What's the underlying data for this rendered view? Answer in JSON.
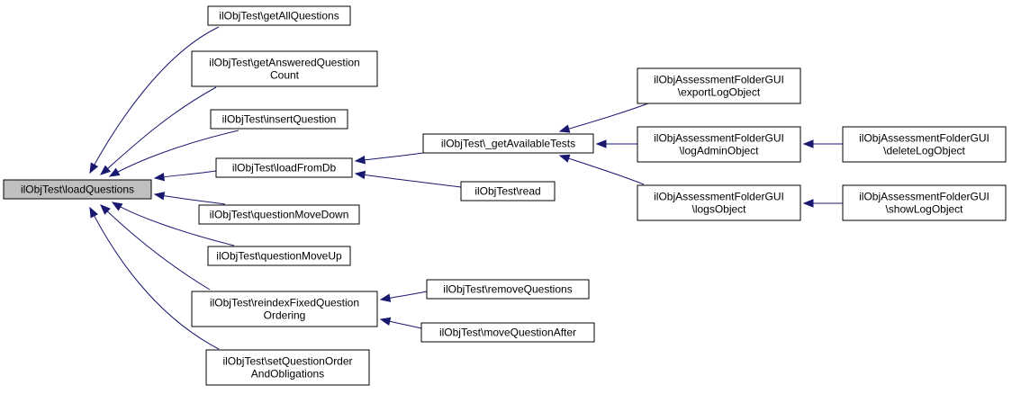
{
  "diagram": {
    "colors": {
      "edge": "#191970",
      "root_fill": "#bfbfbf",
      "node_fill": "#ffffff",
      "node_border": "#000000"
    },
    "nodes": [
      {
        "id": "n0",
        "lines": [
          "ilObjTest\\loadQuestions"
        ],
        "root": true
      },
      {
        "id": "n1",
        "lines": [
          "ilObjTest\\getAllQuestions"
        ]
      },
      {
        "id": "n2",
        "lines": [
          "ilObjTest\\getAnsweredQuestion",
          "Count"
        ]
      },
      {
        "id": "n3",
        "lines": [
          "ilObjTest\\insertQuestion"
        ]
      },
      {
        "id": "n4",
        "lines": [
          "ilObjTest\\loadFromDb"
        ]
      },
      {
        "id": "n5",
        "lines": [
          "ilObjTest\\questionMoveDown"
        ]
      },
      {
        "id": "n6",
        "lines": [
          "ilObjTest\\questionMoveUp"
        ]
      },
      {
        "id": "n7",
        "lines": [
          "ilObjTest\\reindexFixedQuestion",
          "Ordering"
        ]
      },
      {
        "id": "n8",
        "lines": [
          "ilObjTest\\setQuestionOrder",
          "AndObligations"
        ]
      },
      {
        "id": "n9",
        "lines": [
          "ilObjTest\\_getAvailableTests"
        ]
      },
      {
        "id": "n10",
        "lines": [
          "ilObjTest\\read"
        ]
      },
      {
        "id": "n11",
        "lines": [
          "ilObjTest\\removeQuestions"
        ]
      },
      {
        "id": "n12",
        "lines": [
          "ilObjTest\\moveQuestionAfter"
        ]
      },
      {
        "id": "n13",
        "lines": [
          "ilObjAssessmentFolderGUI",
          "\\exportLogObject"
        ]
      },
      {
        "id": "n14",
        "lines": [
          "ilObjAssessmentFolderGUI",
          "\\logAdminObject"
        ]
      },
      {
        "id": "n15",
        "lines": [
          "ilObjAssessmentFolderGUI",
          "\\logsObject"
        ]
      },
      {
        "id": "n16",
        "lines": [
          "ilObjAssessmentFolderGUI",
          "\\deleteLogObject"
        ]
      },
      {
        "id": "n17",
        "lines": [
          "ilObjAssessmentFolderGUI",
          "\\showLogObject"
        ]
      }
    ],
    "edges": [
      {
        "from": "n1",
        "to": "n0"
      },
      {
        "from": "n2",
        "to": "n0"
      },
      {
        "from": "n3",
        "to": "n0"
      },
      {
        "from": "n4",
        "to": "n0"
      },
      {
        "from": "n5",
        "to": "n0"
      },
      {
        "from": "n6",
        "to": "n0"
      },
      {
        "from": "n7",
        "to": "n0"
      },
      {
        "from": "n8",
        "to": "n0"
      },
      {
        "from": "n9",
        "to": "n4"
      },
      {
        "from": "n10",
        "to": "n4"
      },
      {
        "from": "n11",
        "to": "n7"
      },
      {
        "from": "n12",
        "to": "n7"
      },
      {
        "from": "n13",
        "to": "n9"
      },
      {
        "from": "n14",
        "to": "n9"
      },
      {
        "from": "n15",
        "to": "n9"
      },
      {
        "from": "n16",
        "to": "n14"
      },
      {
        "from": "n17",
        "to": "n15"
      }
    ]
  }
}
